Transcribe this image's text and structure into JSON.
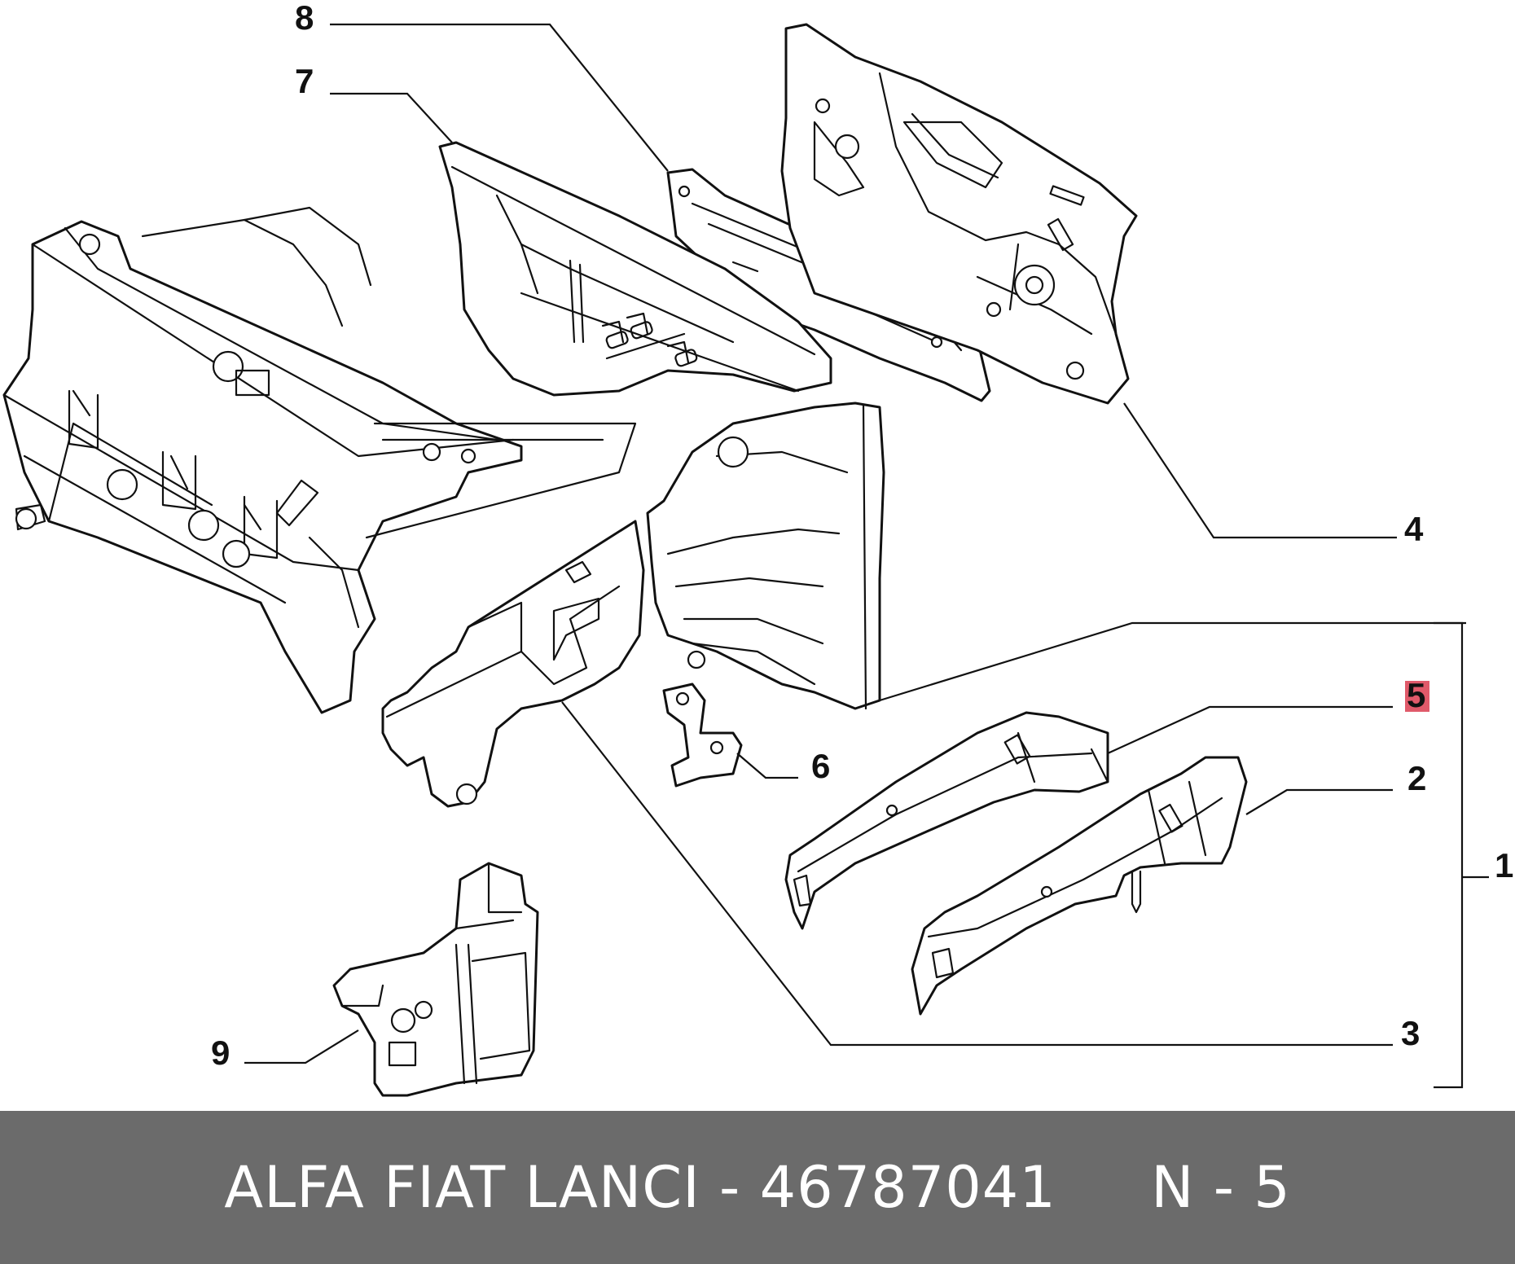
{
  "diagram": {
    "callouts": [
      {
        "number": "1"
      },
      {
        "number": "2"
      },
      {
        "number": "3"
      },
      {
        "number": "4"
      },
      {
        "number": "5",
        "highlighted": true
      },
      {
        "number": "6"
      },
      {
        "number": "7"
      },
      {
        "number": "8"
      },
      {
        "number": "9"
      }
    ],
    "highlight_color": "#e05a6a"
  },
  "footer": {
    "text": "ALFA FIAT LANCI - 46787041     N - 5",
    "background": "#6b6b6b"
  }
}
